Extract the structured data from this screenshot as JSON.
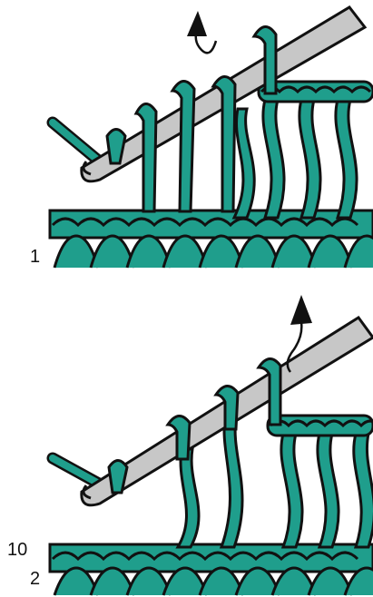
{
  "labels": {
    "step_1": "1",
    "step_10": "10",
    "step_2": "2"
  },
  "colors": {
    "yarn": "#1f9e8c",
    "outline": "#111111",
    "hook": "#c7c7c7",
    "arrow": "#111111"
  },
  "icons": [
    "crochet-hook-icon",
    "arrow-up-icon"
  ]
}
